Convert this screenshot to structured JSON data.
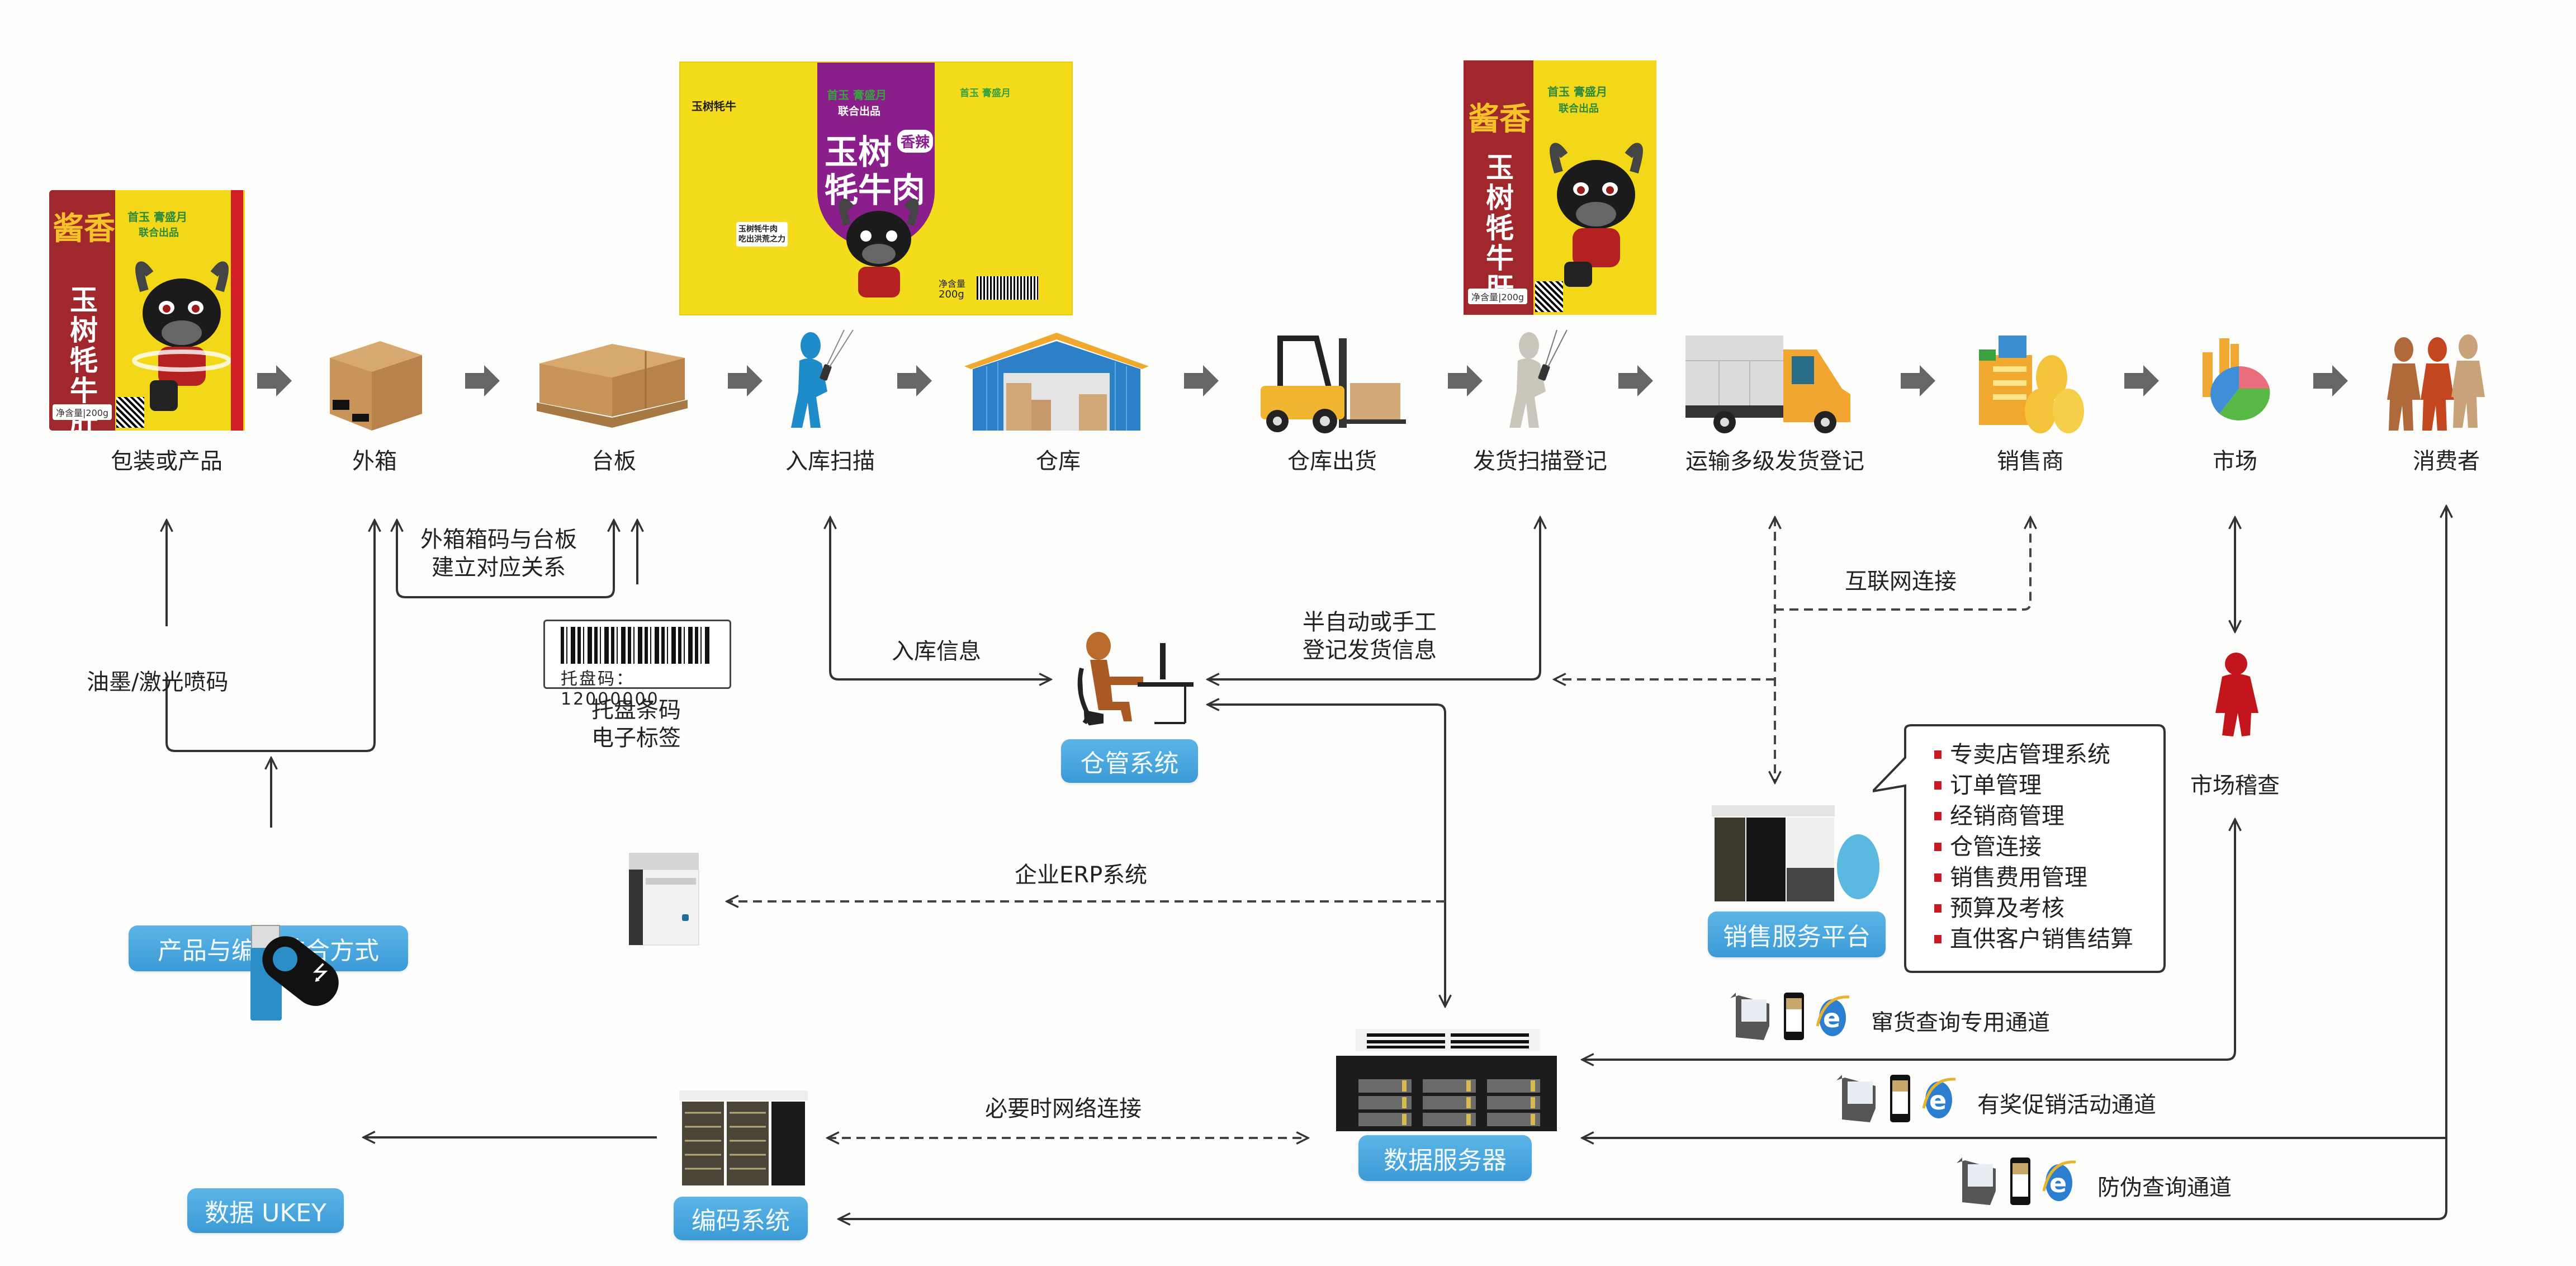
{
  "stages": [
    {
      "id": "package",
      "label": "包装或产品",
      "icon": "product-package-icon"
    },
    {
      "id": "carton",
      "label": "外箱",
      "icon": "carton-box-icon"
    },
    {
      "id": "pallet",
      "label": "台板",
      "icon": "pallet-boxes-icon"
    },
    {
      "id": "inbound_scan",
      "label": "入库扫描",
      "icon": "scanner-person-icon"
    },
    {
      "id": "warehouse",
      "label": "仓库",
      "icon": "warehouse-icon"
    },
    {
      "id": "warehouse_out",
      "label": "仓库出货",
      "icon": "forklift-icon"
    },
    {
      "id": "ship_scan",
      "label": "发货扫描登记",
      "icon": "scanner-person-icon"
    },
    {
      "id": "transport",
      "label": "运输多级发货登记",
      "icon": "truck-icon"
    },
    {
      "id": "dealer",
      "label": "销售商",
      "icon": "shop-coins-icon"
    },
    {
      "id": "market",
      "label": "市场",
      "icon": "pie-chart-icon"
    },
    {
      "id": "consumer",
      "label": "消费者",
      "icon": "people-group-icon"
    }
  ],
  "packages": {
    "bag1": {
      "flavor": "酱香",
      "name_chars": [
        "玉",
        "树",
        "牦",
        "牛",
        "肝"
      ],
      "brand": "首玉 膏盛月",
      "co_brand": "联合出品",
      "net_weight": "净含量|200g"
    },
    "flat": {
      "name_line1": "玉树",
      "name_line2": "牦牛肉",
      "flavor_badge": "香辣",
      "brand": "首玉 膏盛月",
      "co_brand": "联合出品",
      "net_label": "净含量",
      "net_value": "200g",
      "side_brand": "玉树牦牛",
      "slogan_line1": "玉树牦牛肉",
      "slogan_line2": "吃出洪荒之力",
      "barcode": "6973211530175"
    },
    "bag2": {
      "flavor": "酱香",
      "name_chars": [
        "玉",
        "树",
        "牦",
        "牛",
        "肝"
      ],
      "brand": "首玉 膏盛月",
      "co_brand": "联合出品",
      "net_weight": "净含量|200g"
    }
  },
  "annotations": {
    "carton_pallet_link": [
      "外箱箱码与台板",
      "建立对应关系"
    ],
    "ink_laser": "油墨/激光喷码",
    "pallet_label": [
      "托盘条码",
      "电子标签"
    ],
    "barcode_text": "托盘码：12000000",
    "inbound_info": "入库信息",
    "ship_info": [
      "半自动或手工",
      "登记发货信息"
    ],
    "internet": "互联网连接",
    "erp": "企业ERP系统",
    "network_when_needed": "必要时网络连接",
    "market_inspection": "市场稽查"
  },
  "systems": {
    "warehouse_mgmt": "仓管系统",
    "product_code_method": "产品与编码结合方式",
    "ukey": "数据 UKEY",
    "coding_system": "编码系统",
    "data_server": "数据服务器",
    "sales_platform": "销售服务平台"
  },
  "sales_features": [
    "专卖店管理系统",
    "订单管理",
    "经销商管理",
    "仓管连接",
    "销售费用管理",
    "预算及考核",
    "直供客户销售结算"
  ],
  "channels": [
    {
      "label": "窜货查询专用通道",
      "icons": [
        "desk-phone-icon",
        "mobile-phone-icon",
        "ie-browser-icon"
      ]
    },
    {
      "label": "有奖促销活动通道",
      "icons": [
        "desk-phone-icon",
        "mobile-phone-icon",
        "ie-browser-icon"
      ]
    },
    {
      "label": "防伪查询通道",
      "icons": [
        "desk-phone-icon",
        "mobile-phone-icon",
        "ie-browser-icon"
      ]
    }
  ],
  "colors": {
    "blue_box": "#3b9ad6",
    "bullet_red": "#c81a22",
    "line": "#333333",
    "flow_arrow": "#666666",
    "bag_red": "#a0282c",
    "bag_yellow": "#f3d81a",
    "flat_purple": "#8a1f8c"
  }
}
